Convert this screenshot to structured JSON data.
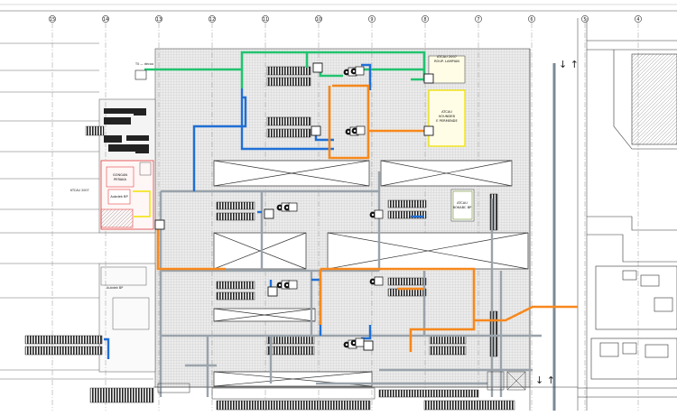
{
  "grid_axes": [
    "15",
    "14",
    "13",
    "12",
    "11",
    "10",
    "9",
    "8",
    "7",
    "6",
    "5",
    "4"
  ],
  "rooms": {
    "room_top_right": [
      "ATCAU 2007",
      "ROUP. LAMPIAN"
    ],
    "room_mid_right": [
      "ATCAU",
      "KOUNDEB",
      "E PERMENDE"
    ],
    "room_left": [
      "GONGAN",
      "PERAKA"
    ],
    "room_left_small": "Aubdek BP",
    "room_small_right": [
      "ATCAU",
      "BOKABC BP"
    ]
  },
  "annotations": {
    "top_left_tag": "T0 — decoo",
    "left_label": "KTCAU 2007",
    "lower_left_label": "Aubdek BP"
  },
  "traffic_arrows": {
    "top": "↓ ↑",
    "bottom": "↓ ↑"
  },
  "line_colors": {
    "green": "#21c36f",
    "blue": "#1f6fd6",
    "orange": "#f7881c",
    "gray": "#9aa3ab",
    "yellow": "#f2e400",
    "red": "#e02020",
    "dark": "#1a1a1a"
  }
}
